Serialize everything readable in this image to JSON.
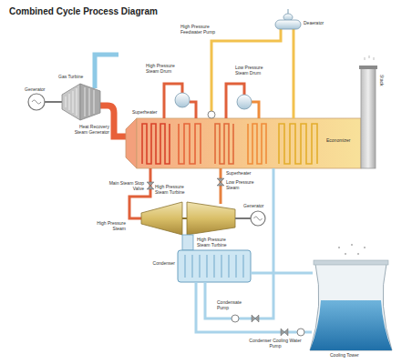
{
  "diagram": {
    "title": "Combined Cycle Process Diagram",
    "labels": [
      "Generator",
      "Gas Turbine",
      "High Pressure Steam Drum",
      "High Pressure Feedwater Pump",
      "Low Pressure Steam Drum",
      "Deaerator",
      "Stack",
      "Superheater",
      "Heat Recovery Steam Generator",
      "Economizer",
      "Main Steam Stop Valve",
      "Superheater",
      "Low Pressure Steam",
      "High Pressure Steam Turbine",
      "High Pressure Steam",
      "High Pressure Steam Turbine",
      "Generator",
      "Condenser",
      "Condensate Pump",
      "Condenser Cooling Water Pump",
      "Cooling Tower"
    ]
  }
}
